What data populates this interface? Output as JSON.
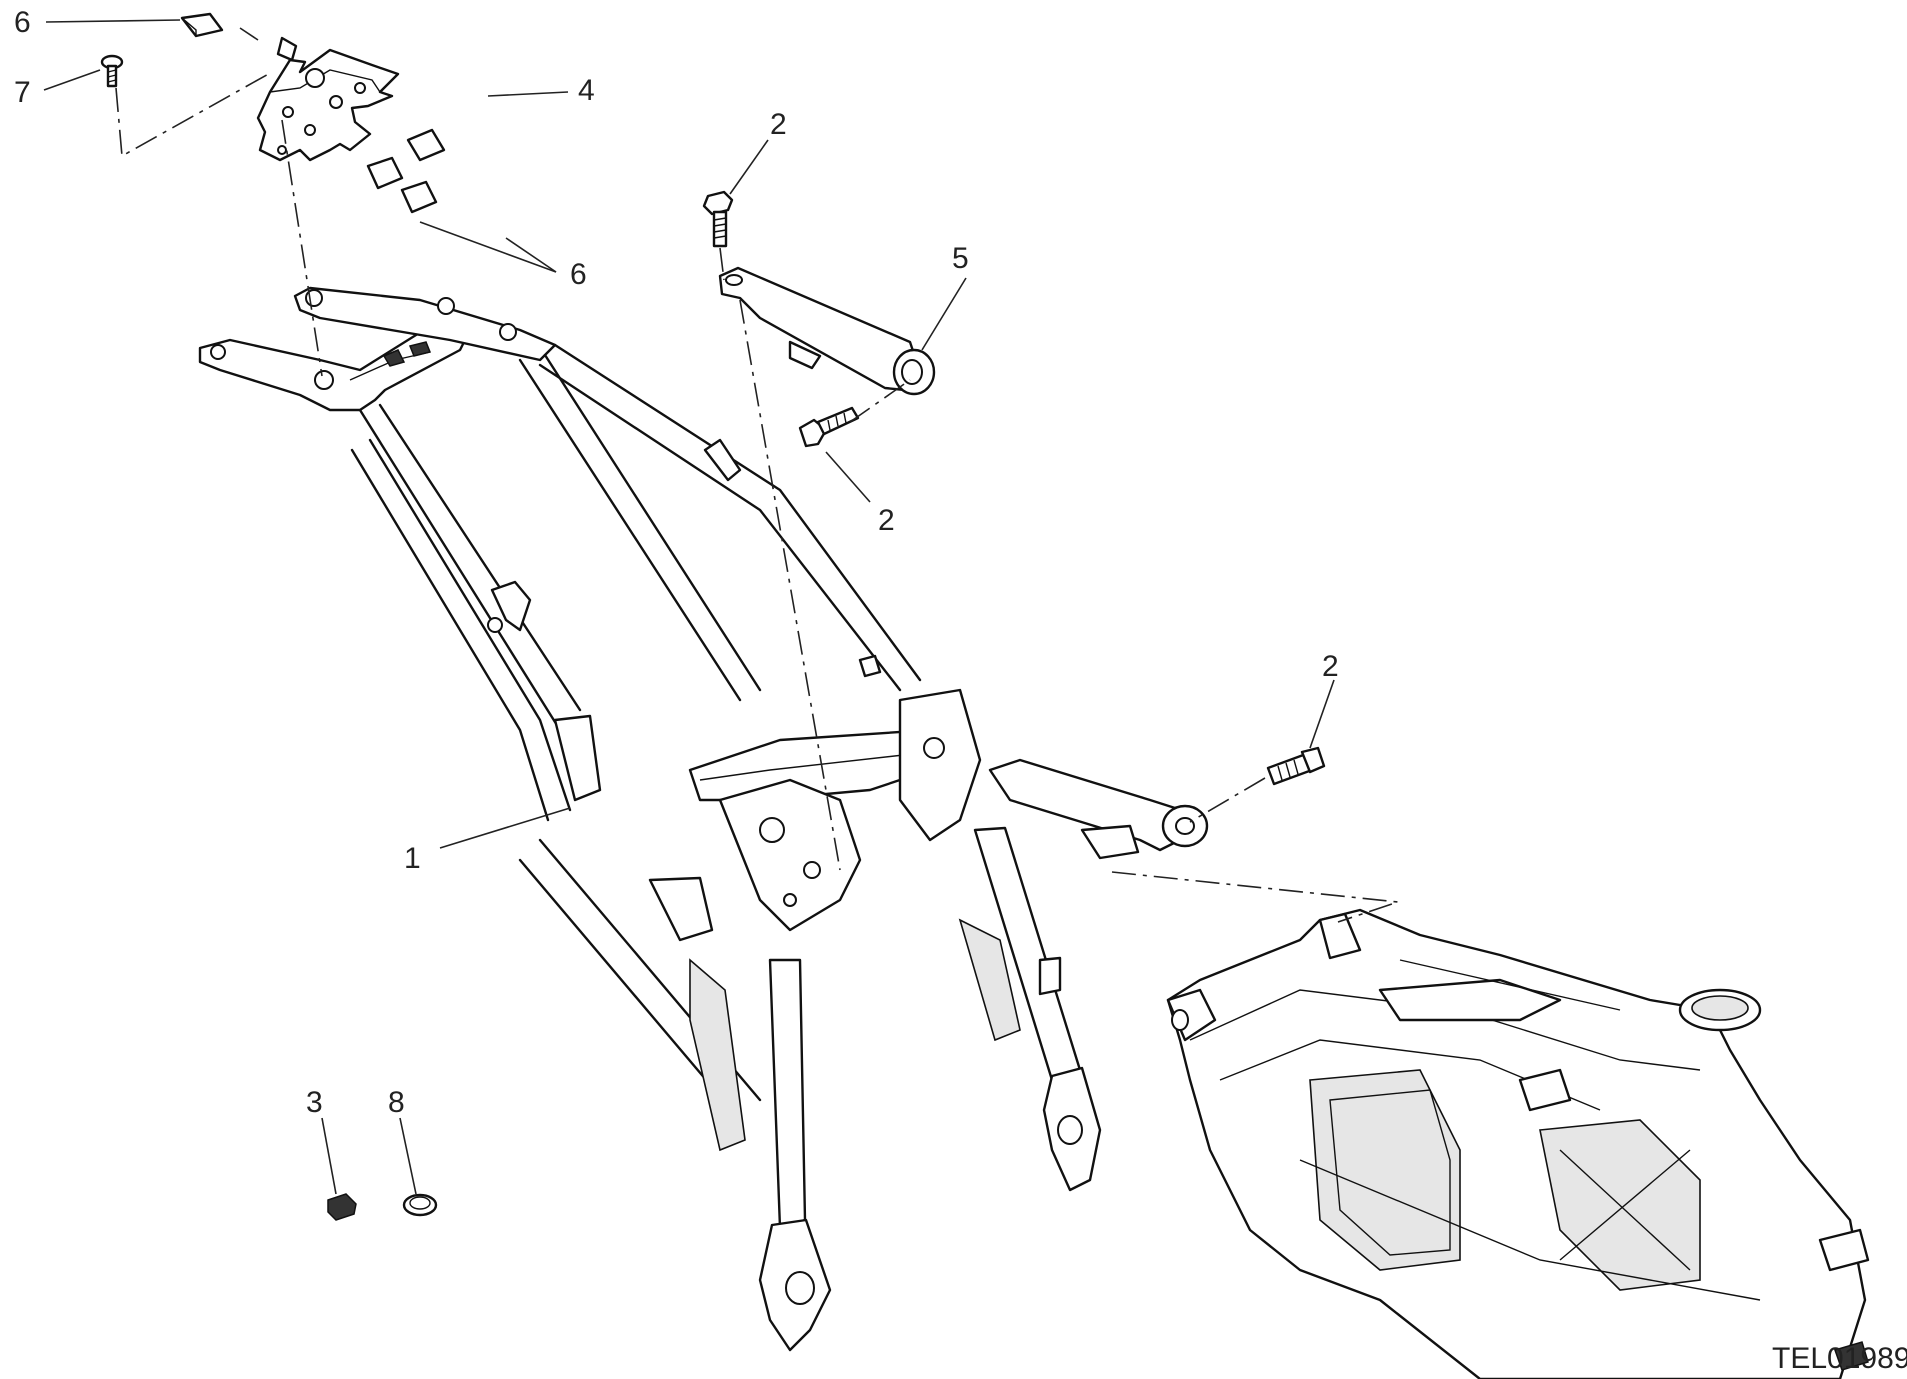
{
  "drawing_code": "TEL01989",
  "callouts": [
    {
      "id": "c6a",
      "label": "6"
    },
    {
      "id": "c7",
      "label": "7"
    },
    {
      "id": "c4",
      "label": "4"
    },
    {
      "id": "c2a",
      "label": "2"
    },
    {
      "id": "c5",
      "label": "5"
    },
    {
      "id": "c6b",
      "label": "6"
    },
    {
      "id": "c2b",
      "label": "2"
    },
    {
      "id": "c2c",
      "label": "2"
    },
    {
      "id": "c1",
      "label": "1"
    },
    {
      "id": "c3",
      "label": "3"
    },
    {
      "id": "c8",
      "label": "8"
    }
  ]
}
